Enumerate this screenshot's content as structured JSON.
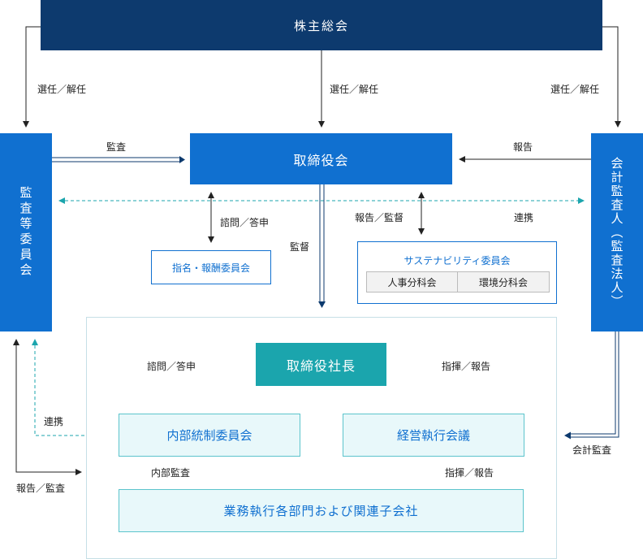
{
  "nodes": {
    "shareholders": "株主総会",
    "board": "取締役会",
    "audit_committee": "監査等委員会",
    "accounting_auditor": "会計監査人（監査法人）",
    "nomination_committee": "指名・報酬委員会",
    "sustainability_committee": "サステナビリティ委員会",
    "hr_subcommittee": "人事分科会",
    "env_subcommittee": "環境分科会",
    "president": "取締役社長",
    "internal_control_committee": "内部統制委員会",
    "management_meeting": "経営執行会議",
    "operations": "業務執行各部門および関連子会社"
  },
  "edges": {
    "elect_left": "選任／解任",
    "elect_center": "選任／解任",
    "elect_right": "選任／解任",
    "audit_to_board": "監査",
    "auditor_report": "報告",
    "consult": "諮問／答申",
    "report_supervise": "報告／監督",
    "collaborate_right": "連携",
    "supervise": "監督",
    "president_consult": "諮問／答申",
    "command_report_top": "指揮／報告",
    "collaborate_left": "連携",
    "accounting_audit": "会計監査",
    "internal_audit": "内部監査",
    "command_report_bottom": "指揮／報告",
    "report_audit": "報告／監査"
  },
  "colors": {
    "navy": "#0d3a6e",
    "blue": "#1070d0",
    "teal": "#1ba5ad",
    "light_teal": "#e8f8fa"
  }
}
